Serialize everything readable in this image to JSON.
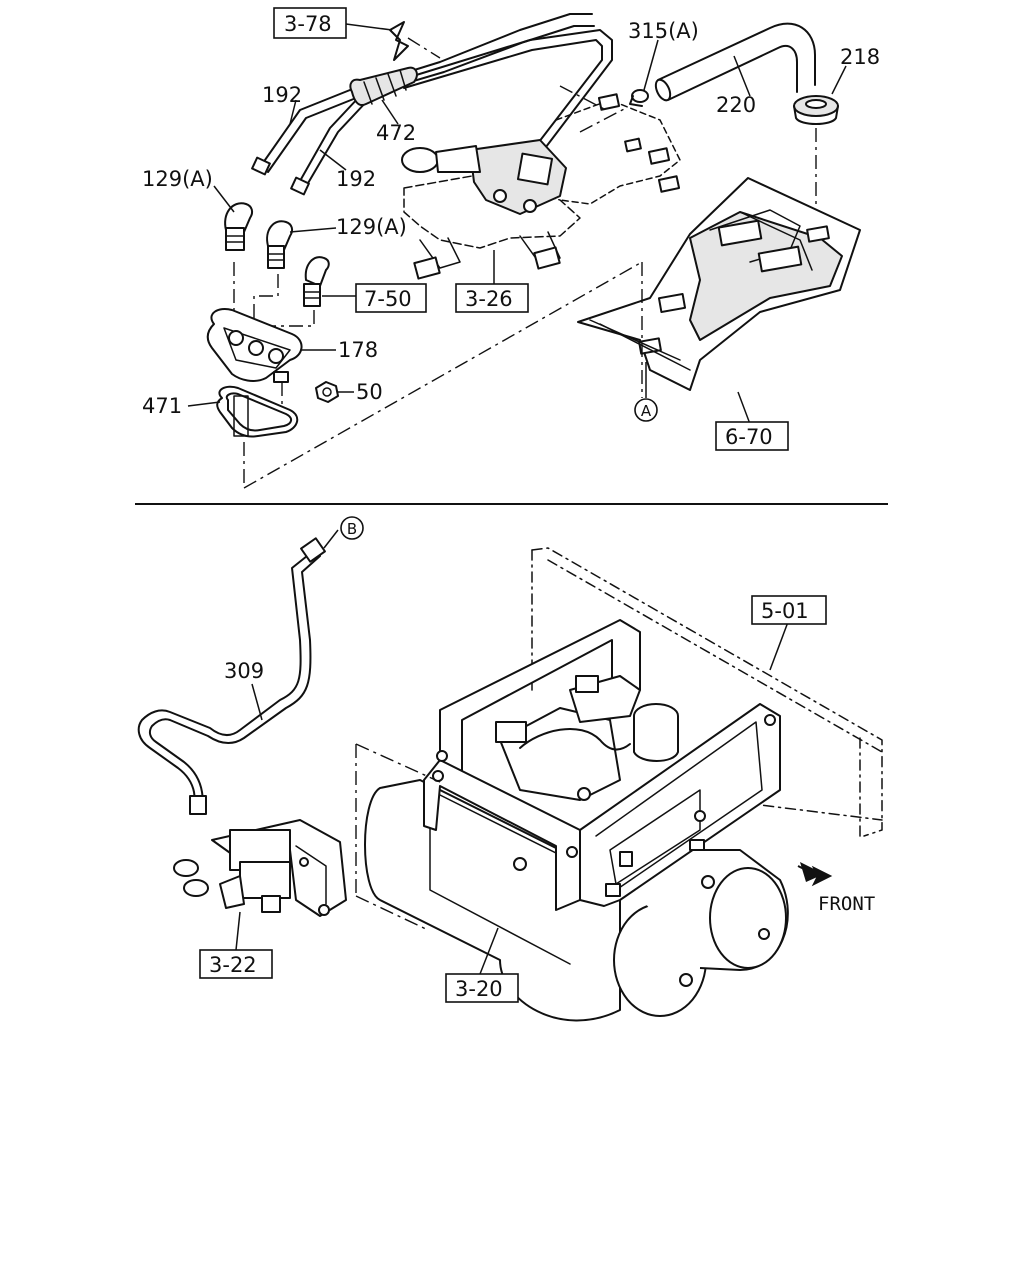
{
  "labels": {
    "l_315a": "315(A)",
    "l_218": "218",
    "l_220": "220",
    "l_192a": "192",
    "l_192b": "192",
    "l_472": "472",
    "l_129a_left": "129(A)",
    "l_129a_right": "129(A)",
    "l_178": "178",
    "l_471": "471",
    "l_50": "50",
    "l_309": "309"
  },
  "boxed_refs": {
    "r_3_78": "3-78",
    "r_7_50": "7-50",
    "r_3_26": "3-26",
    "r_6_70": "6-70",
    "r_5_01": "5-01",
    "r_3_22": "3-22",
    "r_3_20": "3-20"
  },
  "circled_refs": {
    "c_a": "A",
    "c_b": "B"
  },
  "direction": {
    "front": "FRONT"
  },
  "icons": {
    "front_arrow": "front-arrow-icon"
  }
}
